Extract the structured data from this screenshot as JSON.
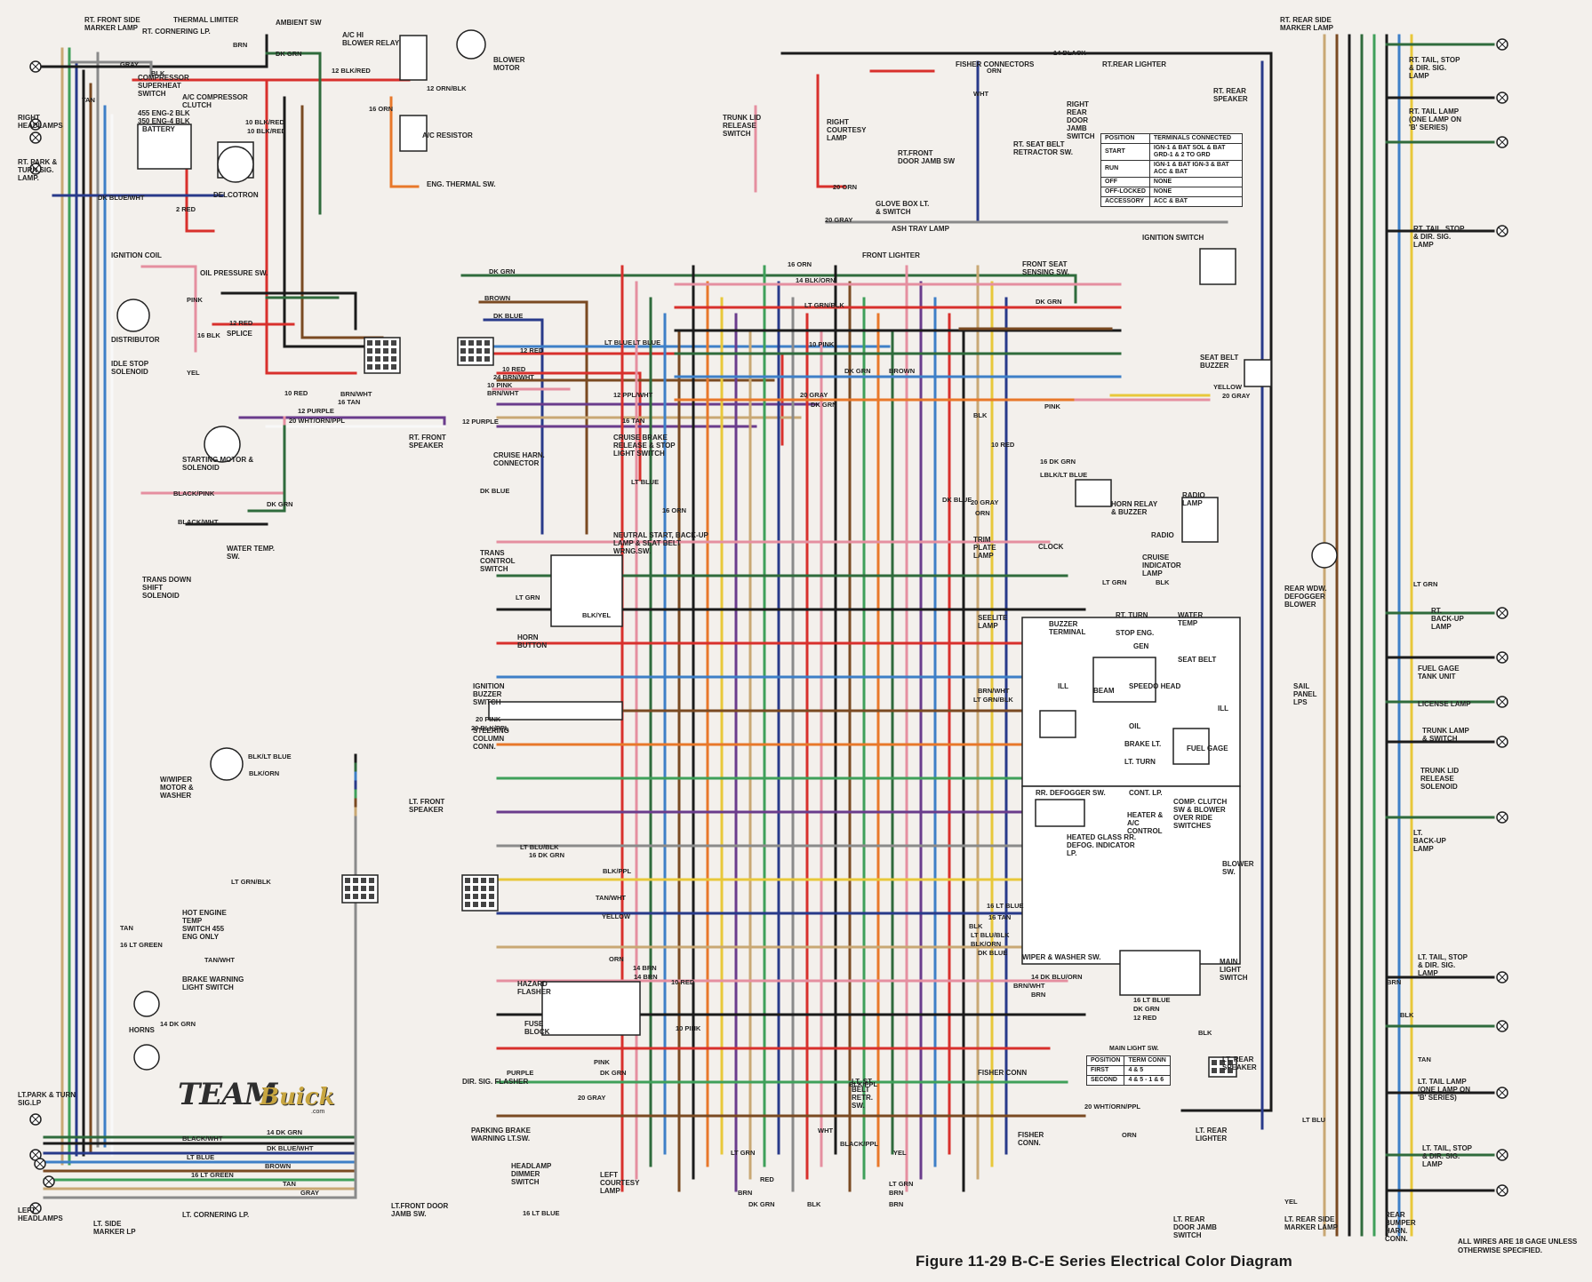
{
  "caption": "Figure 11-29 B-C-E Series Electrical Color Diagram",
  "footnote": "ALL WIRES ARE 18 GAGE UNLESS OTHERWISE SPECIFIED.",
  "logo": {
    "brand1": "TEAM",
    "brand2": "Buick",
    "suffix": ".com"
  },
  "wire_colors": {
    "red": "#d8302c",
    "dk_green": "#2f6b3c",
    "lt_green": "#3fa05a",
    "dk_blue": "#283a8a",
    "lt_blue": "#3e7fc7",
    "pink": "#e58fa0",
    "brown": "#7a4a22",
    "black": "#1b1b1b",
    "tan": "#c9a874",
    "orange": "#e8782a",
    "yellow": "#e8c83a",
    "purple": "#6a3c8c",
    "gray": "#8a8a8a",
    "white": "#f8f8f8"
  },
  "components": {
    "rt_front_side_marker": "RT. FRONT SIDE MARKER LAMP",
    "thermal_limiter": "THERMAL LIMITER",
    "ambient_sw": "AMBIENT SW",
    "rt_cornering": "RT. CORNERING LP.",
    "ac_hi_blower": "A/C HI BLOWER RELAY",
    "blower_motor": "BLOWER MOTOR",
    "right_headlamps": "RIGHT HEADLAMPS",
    "compressor_switch": "COMPRESSOR SUPERHEAT SWITCH",
    "ac_clutch": "A/C COMPRESSOR CLUTCH",
    "battery": "BATTERY",
    "battery_note1": "455 ENG-2 BLK",
    "battery_note2": "350 ENG-4 BLK",
    "ac_resistor": "A/C RESISTOR",
    "eng_thermal": "ENG. THERMAL SW.",
    "rt_park_turn": "RT. PARK & TURN SIG. LAMP.",
    "delcotron": "DELCOTRON",
    "ignition_coil": "IGNITION COIL",
    "oil_pressure": "OIL PRESSURE SW.",
    "distributor": "DISTRIBUTOR",
    "idle_stop": "IDLE STOP SOLENOID",
    "starting_motor": "STARTING MOTOR & SOLENOID",
    "water_temp": "WATER TEMP. SW.",
    "trans_down": "TRANS DOWN SHIFT SOLENOID",
    "splice": "SPLICE",
    "wiper_motor": "W/WIPER MOTOR & WASHER",
    "hot_engine": "HOT ENGINE TEMP SWITCH 455 ENG ONLY",
    "brake_warning": "BRAKE WARNING LIGHT SWITCH",
    "horns": "HORNS",
    "lt_park_turn": "LT.PARK & TURN SIG.LP",
    "left_headlamps": "LEFT HEADLAMPS",
    "lt_side_marker": "LT. SIDE MARKER LP",
    "lt_cornering": "LT. CORNERING LP.",
    "trunk_lid_release": "TRUNK LID RELEASE SWITCH",
    "right_courtesy": "RIGHT COURTESY LAMP",
    "fisher_connectors": "FISHER CONNECTORS",
    "rt_rear_lighter": "RT.REAR LIGHTER",
    "rt_rear_door_jamb": "RIGHT REAR DOOR JAMB SWITCH",
    "rt_front_door_jamb": "RT.FRONT DOOR JAMB SW",
    "glove_box": "GLOVE BOX LT. & SWITCH",
    "ash_tray": "ASH TRAY LAMP",
    "front_lighter": "FRONT LIGHTER",
    "rt_seat_belt": "RT. SEAT BELT RETRACTOR SW.",
    "front_seat_sensing": "FRONT SEAT SENSING SW.",
    "ignition_switch": "IGNITION SWITCH",
    "seat_belt_buzzer": "SEAT BELT BUZZER",
    "rt_front_speaker": "RT. FRONT SPEAKER",
    "cruise_harn": "CRUISE HARN. CONNECTOR",
    "cruise_brake": "CRUISE BRAKE RELEASE & STOP LIGHT SWITCH",
    "trans_control": "TRANS CONTROL SWITCH",
    "neutral_start": "NEUTRAL START, BACK-UP LAMP & SEAT BELT WRNG.SW.",
    "horn_relay": "HORN RELAY & BUZZER",
    "radio_lamp": "RADIO LAMP",
    "radio": "RADIO",
    "clock": "CLOCK",
    "trim_plate_lamp": "TRIM PLATE LAMP",
    "cruise_indicator": "CRUISE INDICATOR LAMP",
    "seelite_lamp": "SEELITE LAMP",
    "buzzer_terminal": "BUZZER TERMINAL",
    "speedo_head": "SPEEDO HEAD",
    "fuel_gage": "FUEL GAGE",
    "horn_button": "HORN BUTTON",
    "ignition_buzzer": "IGNITION BUZZER SWITCH",
    "steering_column": "STEERING COLUMN CONN.",
    "lt_front_speaker": "LT. FRONT SPEAKER",
    "rr_defogger": "RR. DEFOGGER SW.",
    "heated_glass": "HEATED GLASS RR. DEFOG. INDICATOR LP.",
    "heater_ac": "HEATER & A/C CONTROL",
    "comp_clutch": "COMP. CLUTCH SW & BLOWER OVER RIDE SWITCHES",
    "blower_sw": "BLOWER SW.",
    "wiper_washer_sw": "WIPER & WASHER SW.",
    "main_light_sw": "MAIN LIGHT SWITCH",
    "hazard_flasher": "HAZARD FLASHER",
    "fuse_block": "FUSE BLOCK",
    "dir_sig_flasher": "DIR. SIG. FLASHER",
    "parking_brake": "PARKING BRAKE WARNING LT.SW.",
    "headlamp_dimmer": "HEADLAMP DIMMER SWITCH",
    "left_courtesy": "LEFT COURTESY LAMP",
    "lt_front_door_jamb": "LT.FRONT DOOR JAMB SW.",
    "lt_st_belt": "LT. ST. BELT RETR. SW.",
    "fisher_conn": "FISHER CONN",
    "fisher_conn2": "FISHER CONN.",
    "lt_rear_lighter": "LT. REAR LIGHTER",
    "lt_rear_door_jamb": "LT. REAR DOOR JAMB SWITCH",
    "lt_rear_speaker": "LT. REAR SPEAKER",
    "rt_rear_speaker": "RT. REAR SPEAKER",
    "rt_rear_side_marker": "RT. REAR SIDE MARKER LAMP",
    "rt_tail_stop": "RT. TAIL, STOP & DIR. SIG. LAMP",
    "rt_tail_lamp": "RT. TAIL LAMP (ONE LAMP ON 'B' SERIES)",
    "rt_tail_stop2": "RT. TAIL, STOP & DIR. SIG. LAMP",
    "rear_wdw_defogger": "REAR WDW. DEFOGGER BLOWER",
    "rt_backup": "RT. BACK-UP LAMP",
    "fuel_gage_tank": "FUEL GAGE TANK UNIT",
    "license_lamp": "LICENSE LAMP",
    "trunk_lamp": "TRUNK LAMP & SWITCH",
    "trunk_lid_solenoid": "TRUNK LID RELEASE SOLENOID",
    "sail_panel": "SAIL PANEL LPS",
    "lt_backup": "LT. BACK-UP LAMP",
    "lt_tail_stop": "LT. TAIL, STOP & DIR. SIG. LAMP",
    "lt_tail_lamp": "LT. TAIL LAMP (ONE LAMP ON 'B' SERIES)",
    "lt_tail_stop2": "LT. TAIL, STOP & DIR. SIG. LAMP",
    "rear_bumper": "REAR BUMPER HARN. CONN.",
    "lt_rear_side_marker": "LT. REAR SIDE MARKER LAMP",
    "cont_lp": "CONT. LP.",
    "water_temp_gauge": "WATER TEMP",
    "stop_eng": "STOP ENG.",
    "gen": "GEN",
    "seat_belt": "SEAT BELT",
    "rt_turn": "RT. TURN",
    "lt_turn": "LT. TURN",
    "oil": "OIL",
    "brake_lt": "BRAKE LT.",
    "beam": "BEAM",
    "ill": "ILL"
  },
  "ignition_table": {
    "headers": [
      "POSITION",
      "TERMINALS CONNECTED"
    ],
    "rows": [
      [
        "START",
        "IGN-1 & BAT SOL & BAT GRD-1 & 2 TO GRD"
      ],
      [
        "RUN",
        "IGN-1 & BAT IGN-3 & BAT ACC & BAT"
      ],
      [
        "OFF",
        "NONE"
      ],
      [
        "OFF-LOCKED",
        "NONE"
      ],
      [
        "ACCESSORY",
        "ACC & BAT"
      ]
    ]
  },
  "main_light_table": {
    "title": "MAIN LIGHT SW.",
    "headers": [
      "POSITION",
      "TERM CONN"
    ],
    "rows": [
      [
        "FIRST",
        "4 & 5"
      ],
      [
        "SECOND",
        "4 & 5 - 1 & 6"
      ]
    ]
  },
  "wire_labels": {
    "w1": "GRAY",
    "w2": "BLK",
    "w3": "BRN",
    "w4": "TAN",
    "w5": "DK GRN",
    "w6": "12 BLK/RED",
    "w7": "12 ORN/BLK",
    "w8": "16 ORN",
    "w9": "10 BLK/RED",
    "w10": "10 BLK/RED",
    "w11": "DK BLUE/WHT",
    "w12": "2 RED",
    "w13": "PINK",
    "w14": "12 RED",
    "w15": "16 BLK",
    "w16": "YEL",
    "w17": "10 RED",
    "w18": "BRN/WHT",
    "w19": "16 TAN",
    "w20": "12 PURPLE",
    "w21": "20 WHT/ORN/PPL",
    "w22": "BLACK/PINK",
    "w23": "BLACK/WHT",
    "w24": "DK GRN",
    "w25": "DK GRN",
    "w26": "BROWN",
    "w27": "DK BLUE",
    "w28": "LT BLUE",
    "w29": "12 RED",
    "w30": "10 RED",
    "w31": "24 BRN/WHT",
    "w32": "10 PINK",
    "w33": "BRN/WHT",
    "w34": "12 PPL/WHT",
    "w35": "16 TAN",
    "w36": "12 PURPLE",
    "w37": "14 BLACK",
    "w38": "ORN",
    "w39": "WHT",
    "w40": "20 ORN",
    "w41": "20 GRAY",
    "w42": "16 ORN",
    "w43": "14 BLK/ORN",
    "w44": "LT GRN/BLK",
    "w45": "10 PINK",
    "w46": "DK GRN",
    "w47": "BROWN",
    "w48": "20 GRAY",
    "w49": "DK GRN",
    "w50": "LT BLUE",
    "w51": "BLK",
    "w52": "PINK",
    "w53": "10 RED",
    "w54": "16 DK GRN",
    "w55": "LBLK/LT BLUE",
    "w56": "20 GRAY",
    "w57": "ORN",
    "w58": "YELLOW",
    "w59": "20 GRAY",
    "w60": "DK GRN",
    "w61": "LT GRN",
    "w62": "BLK",
    "w63": "LT GRN",
    "w64": "16 ORN",
    "w65": "LT BLUE",
    "w66": "DK BLUE",
    "w67": "BLK/YEL",
    "w68": "BLK/LT BLUE",
    "w69": "BLK/ORN",
    "w70": "LT GRN/BLK",
    "w71": "TAN",
    "w72": "16 LT GREEN",
    "w73": "TAN/WHT",
    "w74": "14 DK GRN",
    "w75": "BLACK/WHT",
    "w76": "14 DK GRN",
    "w77": "LT BLUE",
    "w78": "DK BLUE/WHT",
    "w79": "16 LT GREEN",
    "w80": "BROWN",
    "w81": "TAN",
    "w82": "GRAY",
    "w83": "20 PINK",
    "w84": "20 BLK/PPL",
    "w85": "BRN/WHT",
    "w86": "LT GRN/BLK",
    "w87": "TAN/WHT",
    "w88": "YELLOW",
    "w89": "LT BLU/BLK",
    "w90": "16 DK GRN",
    "w91": "BLK/PPL",
    "w92": "ORN",
    "w93": "14 BRN",
    "w94": "16 LT BLUE",
    "w95": "16 TAN",
    "w96": "BLK",
    "w97": "LT BLU/BLK",
    "w98": "BLK/ORN",
    "w99": "DK BLUE",
    "w100": "14 DK BLU/ORN",
    "w101": "BRN/WHT",
    "w102": "BRN",
    "w103": "16 LT BLUE",
    "w104": "DK GRN",
    "w105": "12 RED",
    "w106": "BLK",
    "w107": "20 WHT/ORN/PPL",
    "w108": "ORN",
    "w109": "WHT",
    "w110": "BLACK/PPL",
    "w111": "YEL",
    "w112": "LT GRN",
    "w113": "BRN",
    "w114": "BLK/PPL",
    "w115": "16 LT BLUE",
    "w116": "DK GRN",
    "w117": "PINK",
    "w118": "PURPLE",
    "w119": "20 GRAY",
    "w120": "10 PINK",
    "w121": "14 BRN",
    "w122": "10 RED",
    "w123": "LT GRN",
    "w124": "RED",
    "w125": "BRN",
    "w126": "DK GRN",
    "w127": "BLK",
    "w128": "BRN",
    "w129": "LT BLU",
    "w130": "YEL",
    "w131": "TAN",
    "w132": "LT GRN",
    "w133": "BRN",
    "w134": "BLK",
    "w135": "DK BLUE"
  }
}
